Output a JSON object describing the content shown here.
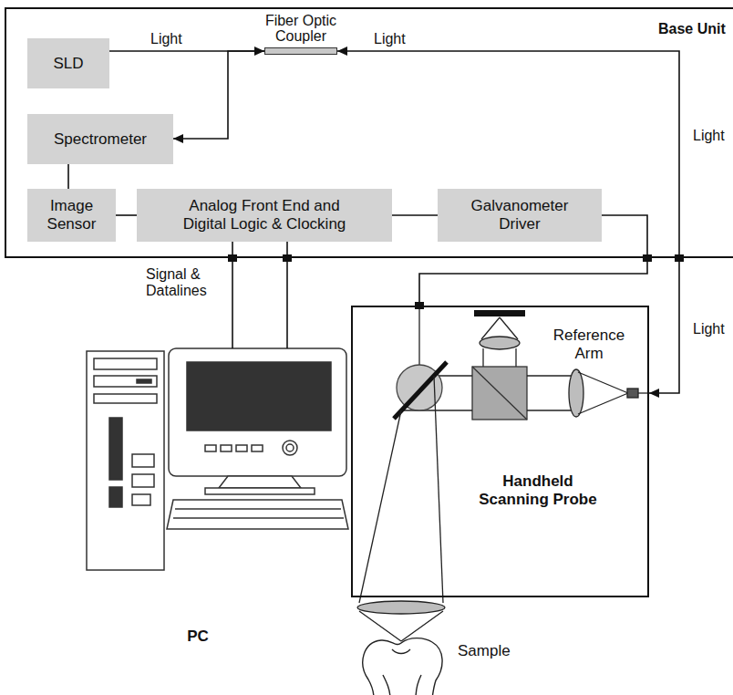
{
  "diagram": {
    "nodes": [
      {
        "text": [
          "Base Unit"
        ]
      },
      {
        "text": [
          "SLD"
        ],
        "in": 0
      },
      {
        "text": [
          "Fiber Optic Coupler"
        ],
        "in": 0
      },
      {
        "text": [
          "Spectrometer"
        ],
        "in": 0
      },
      {
        "text": [
          "Image Sensor"
        ],
        "in": 0
      },
      {
        "text": [
          "Analog Front End and Digital Logic & Clocking"
        ],
        "in": 0
      },
      {
        "text": [
          "Galvanometer Driver"
        ],
        "in": 0
      },
      {
        "text": [
          "Handheld Scanning Probe"
        ]
      },
      {
        "text": [
          "PC"
        ]
      }
    ],
    "edges": [
      {
        "from": 1,
        "to": 2,
        "arrow": "to",
        "label": "Light"
      },
      {
        "from": 2,
        "to": 3,
        "arrow": "to"
      },
      {
        "from": 2,
        "to": 7,
        "arrow": "both",
        "label": "Light"
      },
      {
        "from": 3,
        "to": 4,
        "arrow": "none"
      },
      {
        "from": 4,
        "to": 5,
        "arrow": "none"
      },
      {
        "from": 5,
        "to": 6,
        "arrow": "none"
      },
      {
        "from": 6,
        "to": 7,
        "arrow": "none"
      },
      {
        "from": 8,
        "to": 5,
        "arrow": "none",
        "label": "Signal & Datalines"
      },
      {
        "from": 8,
        "to": 5,
        "arrow": "none"
      }
    ],
    "labels": [
      "Light",
      "Light",
      "Reference Arm",
      "Sample"
    ]
  }
}
